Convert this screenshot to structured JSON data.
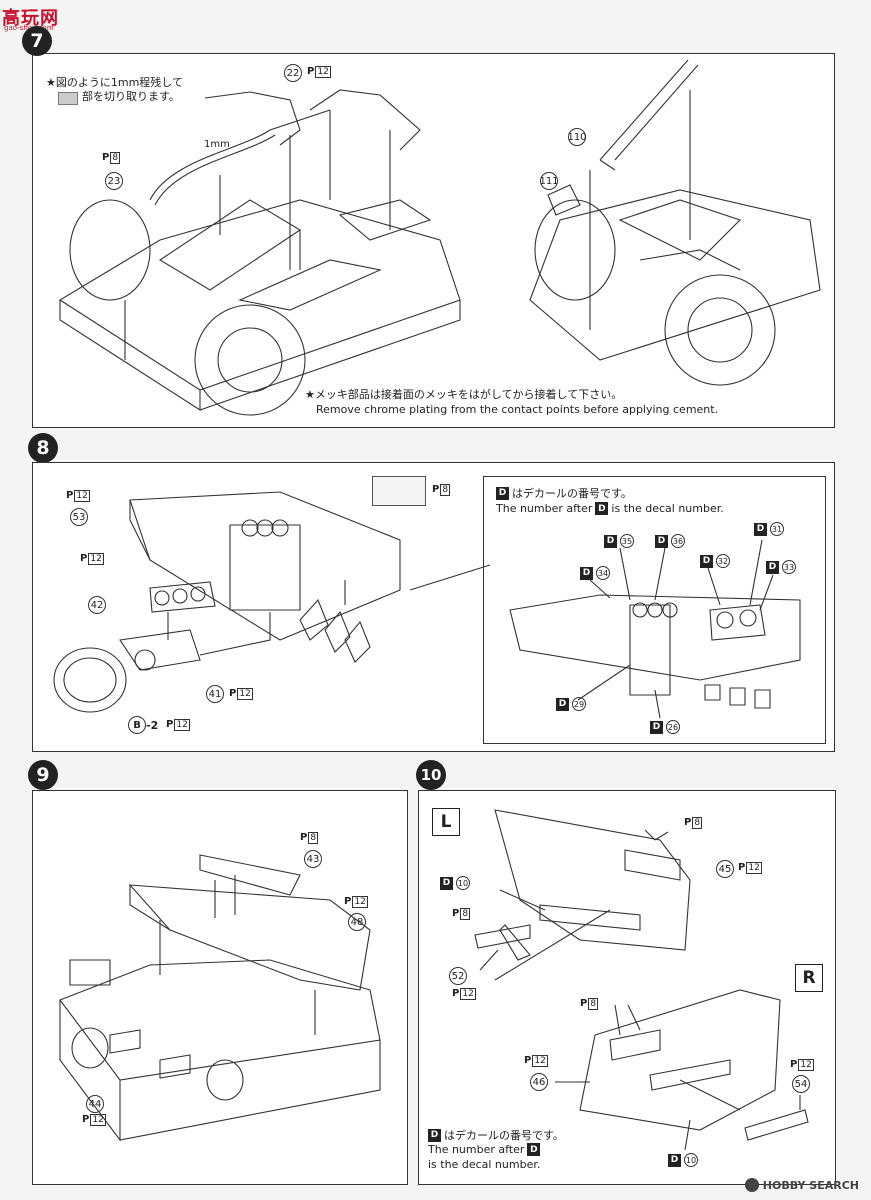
{
  "watermark": {
    "site_logo_text": "高玩网",
    "site_logo_sub": "gao-shou.com",
    "hobbysearch": "HOBBY SEARCH"
  },
  "step7": {
    "number": "7",
    "note_jp_1": "★図のように1mm程残して",
    "note_jp_2": "部を切り取ります。",
    "dim_label": "1mm",
    "parts": [
      "22",
      "23",
      "110",
      "111"
    ],
    "paint_8": "8",
    "paint_12": "12",
    "paint_prefix": "P",
    "chrome_jp": "★メッキ部品は接着面のメッキをはがしてから接着して下さい。",
    "chrome_en": "Remove chrome plating from the contact points before applying cement."
  },
  "step8": {
    "number": "8",
    "parts": [
      "53",
      "42",
      "41"
    ],
    "b2": "B",
    "b2_suffix": "-2",
    "swatch_paint": "8",
    "decal_info_jp": "はデカールの番号です。",
    "decal_info_en_pre": "The number after",
    "decal_info_en_post": "is the decal number.",
    "decal_letter": "D",
    "decals": [
      "35",
      "36",
      "31",
      "34",
      "32",
      "33",
      "29",
      "26"
    ]
  },
  "step9": {
    "number": "9",
    "parts": [
      "43",
      "48",
      "44"
    ]
  },
  "step10": {
    "number": "10",
    "left_label": "L",
    "right_label": "R",
    "parts": [
      "45",
      "52",
      "46",
      "54"
    ],
    "decal_10": "10",
    "decal_info_jp": "はデカールの番号です。",
    "decal_info_en_1": "The number after",
    "decal_info_en_2": "is the decal number."
  }
}
